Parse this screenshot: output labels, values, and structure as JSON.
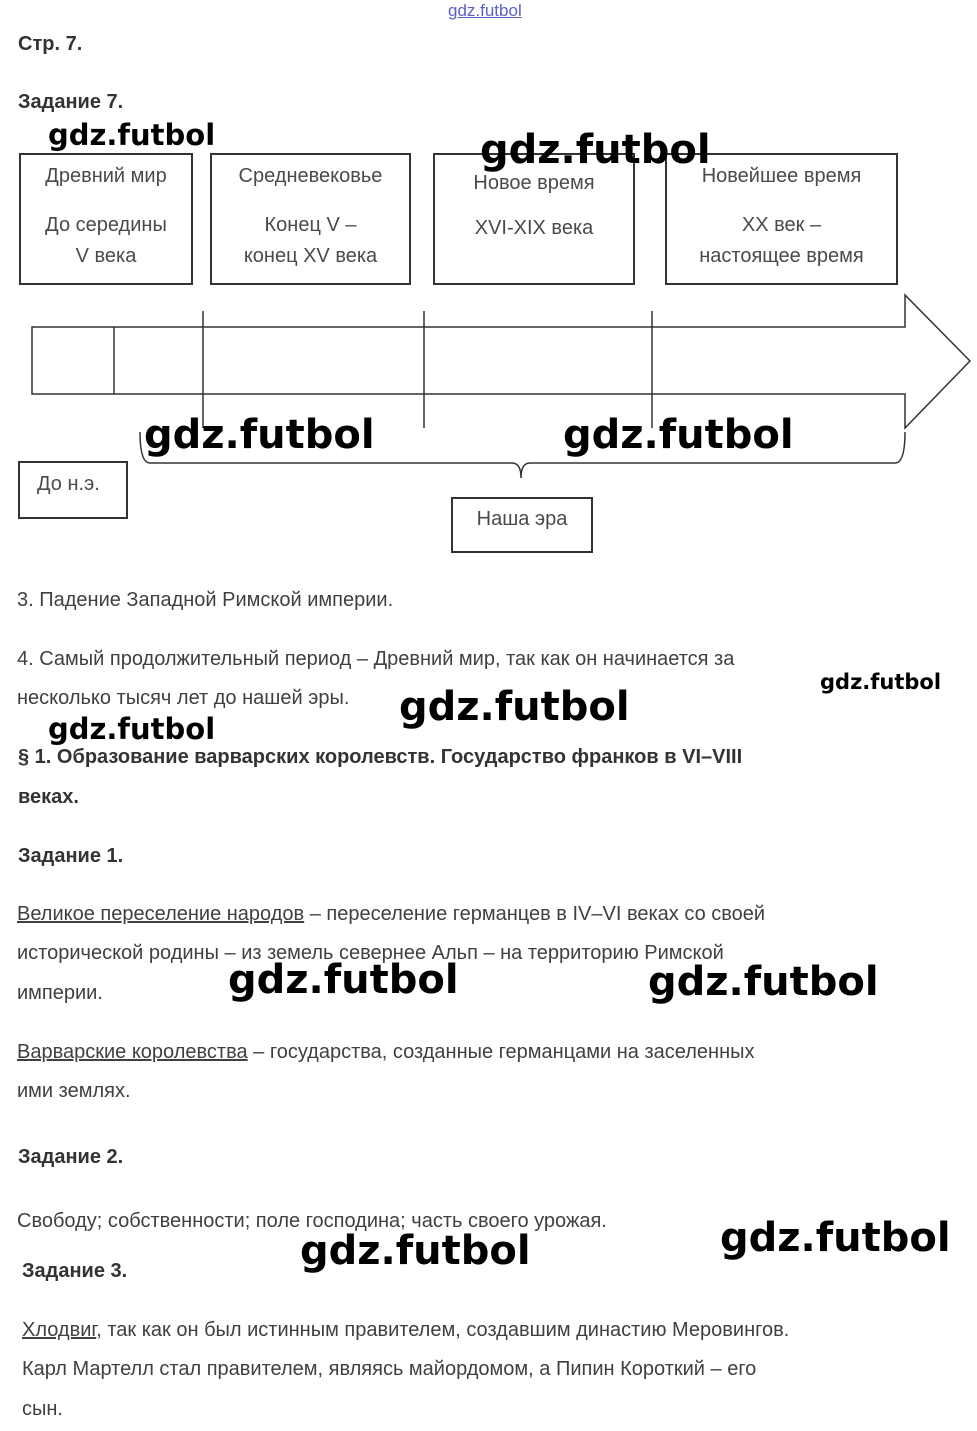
{
  "top_link": "gdz.futbol",
  "page_label": "Стр. 7.",
  "task7": {
    "title": "Задание 7.",
    "periods": [
      {
        "name": "Древний мир",
        "range": "До середины V века"
      },
      {
        "name": "Средневековье",
        "range": "Конец V – конец XV века"
      },
      {
        "name": "Новое время",
        "range": "XVI-XIX века"
      },
      {
        "name": "Новейшее время",
        "range": "XX век – настоящее время"
      }
    ],
    "bc_label": "До н.э.",
    "ad_label": "Наша эра",
    "answer3": "3. Падение Западной Римской империи.",
    "answer4_line1": "4. Самый продолжительный период – Древний мир, так как он начинается за",
    "answer4_line2": "несколько тысяч лет до нашей эры."
  },
  "section": {
    "title_line1": "§ 1. Образование варварских королевств. Государство франков в VI–VIII",
    "title_line2": "веках."
  },
  "task1": {
    "title": "Задание 1.",
    "term1": "Великое переселение народов",
    "def1_line1": " – переселение германцев в IV–VI веках со своей",
    "def1_line2": "исторической родины – из земель севернее Альп – на территорию Римской",
    "def1_line3": "империи.",
    "term2": "Варварские королевства",
    "def2_line1": " – государства, созданные германцами на заселенных",
    "def2_line2": "ими землях."
  },
  "task2": {
    "title": "Задание 2.",
    "text": "Свободу; собственности; поле господина; часть своего урожая."
  },
  "task3": {
    "title": "Задание 3.",
    "term": "Хлодвиг",
    "line1_rest": ", так как он был истинным правителем, создавшим династию Меровингов.",
    "line2": "Карл Мартелл стал правителем, являясь майордомом, а Пипин Короткий – его",
    "line3": "сын."
  },
  "watermark": "gdz.futbol"
}
